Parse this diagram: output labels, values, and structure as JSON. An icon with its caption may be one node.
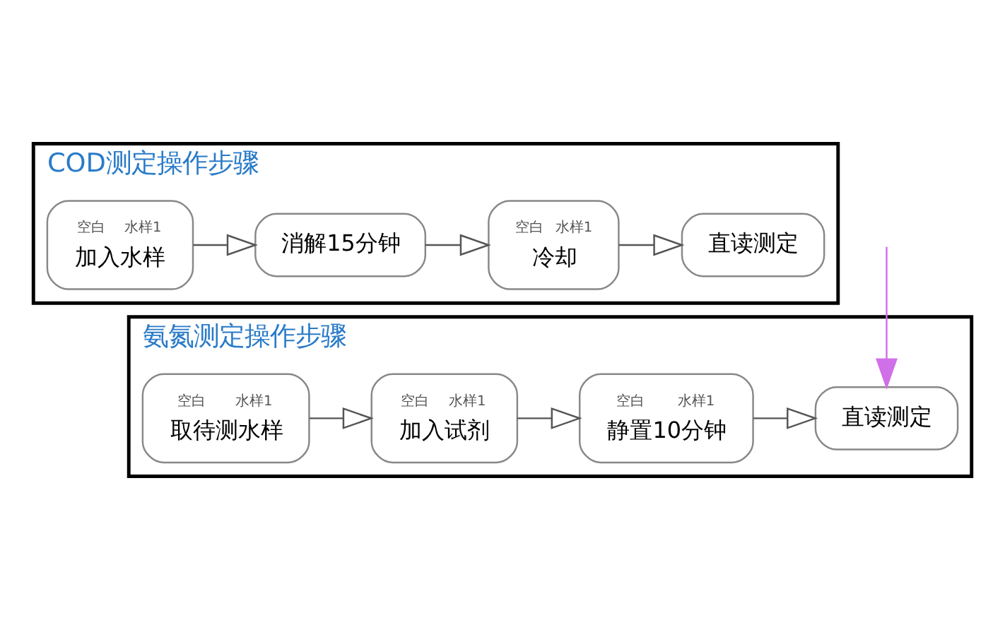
{
  "diagram": {
    "nodes": [
      {
        "text": [
          "COD测定操作步骤"
        ]
      },
      {
        "text": [
          "空白",
          "水样1",
          "加入水样"
        ],
        "in": 0
      },
      {
        "text": [
          "消解15分钟"
        ],
        "in": 0
      },
      {
        "text": [
          "空白",
          "水样1",
          "冷却"
        ],
        "in": 0
      },
      {
        "text": [
          "直读测定"
        ],
        "in": 0
      },
      {
        "text": [
          "氨氮测定操作步骤"
        ]
      },
      {
        "text": [
          "空白",
          "水样1",
          "取待测水样"
        ],
        "in": 5
      },
      {
        "text": [
          "空白",
          "水样1",
          "加入试剂"
        ],
        "in": 5
      },
      {
        "text": [
          "空白",
          "水样1",
          "静置10分钟"
        ],
        "in": 5
      },
      {
        "text": [
          "直读测定"
        ],
        "in": 5
      }
    ],
    "edges": [
      {
        "from": 1,
        "to": 2,
        "arrow": "to"
      },
      {
        "from": 2,
        "to": 3,
        "arrow": "to"
      },
      {
        "from": 3,
        "to": 4,
        "arrow": "to"
      },
      {
        "from": 6,
        "to": 7,
        "arrow": "to"
      },
      {
        "from": 7,
        "to": 8,
        "arrow": "to"
      },
      {
        "from": 8,
        "to": 9,
        "arrow": "to"
      },
      {
        "from": null,
        "to": 9,
        "arrow": "to",
        "color": "#d070e8"
      }
    ]
  }
}
